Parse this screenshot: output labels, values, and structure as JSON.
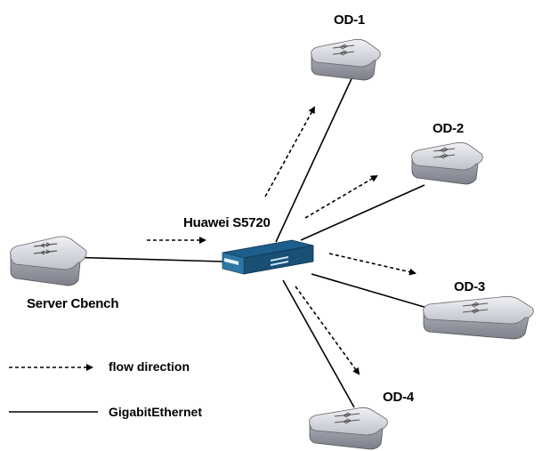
{
  "diagram": {
    "nodes": {
      "server": {
        "label": "Server Cbench",
        "kind": "switch",
        "icon": "switch-icon"
      },
      "core": {
        "label": "Huawei S5720",
        "kind": "core-switch",
        "icon": "core-switch-icon"
      },
      "od1": {
        "label": "OD-1",
        "kind": "switch",
        "icon": "switch-icon"
      },
      "od2": {
        "label": "OD-2",
        "kind": "switch",
        "icon": "switch-icon"
      },
      "od3": {
        "label": "OD-3",
        "kind": "switch",
        "icon": "switch-icon"
      },
      "od4": {
        "label": "OD-4",
        "kind": "switch",
        "icon": "switch-icon"
      }
    },
    "links": [
      {
        "from": "server",
        "to": "core",
        "type": "GigabitEthernet"
      },
      {
        "from": "core",
        "to": "od1",
        "type": "GigabitEthernet"
      },
      {
        "from": "core",
        "to": "od2",
        "type": "GigabitEthernet"
      },
      {
        "from": "core",
        "to": "od3",
        "type": "GigabitEthernet"
      },
      {
        "from": "core",
        "to": "od4",
        "type": "GigabitEthernet"
      }
    ],
    "flows": [
      {
        "from": "server",
        "to": "core"
      },
      {
        "from": "core",
        "to": "od1"
      },
      {
        "from": "core",
        "to": "od2"
      },
      {
        "from": "core",
        "to": "od3"
      },
      {
        "from": "core",
        "to": "od4"
      }
    ],
    "legend": {
      "flow_label": "flow direction",
      "link_label": "GigabitEthernet"
    },
    "colors": {
      "switch_top": "#d9dbe2",
      "switch_side": "#9ea1ab",
      "core_top": "#1f5f88",
      "core_front": "#2f7fb0",
      "line": "#000000"
    }
  }
}
